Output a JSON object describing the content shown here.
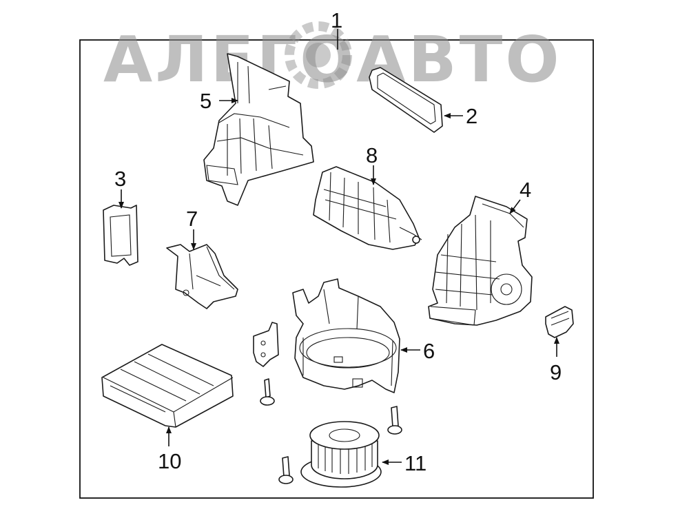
{
  "watermark": {
    "text": "АЛЕГОАВТО"
  },
  "callouts": [
    {
      "id": "1",
      "label": "1"
    },
    {
      "id": "2",
      "label": "2"
    },
    {
      "id": "3",
      "label": "3"
    },
    {
      "id": "4",
      "label": "4"
    },
    {
      "id": "5",
      "label": "5"
    },
    {
      "id": "6",
      "label": "6"
    },
    {
      "id": "7",
      "label": "7"
    },
    {
      "id": "8",
      "label": "8"
    },
    {
      "id": "9",
      "label": "9"
    },
    {
      "id": "10",
      "label": "10"
    },
    {
      "id": "11",
      "label": "11"
    }
  ],
  "colors": {
    "line": "#1a1a1a",
    "background": "#ffffff",
    "watermark": "#8c8c8c"
  }
}
